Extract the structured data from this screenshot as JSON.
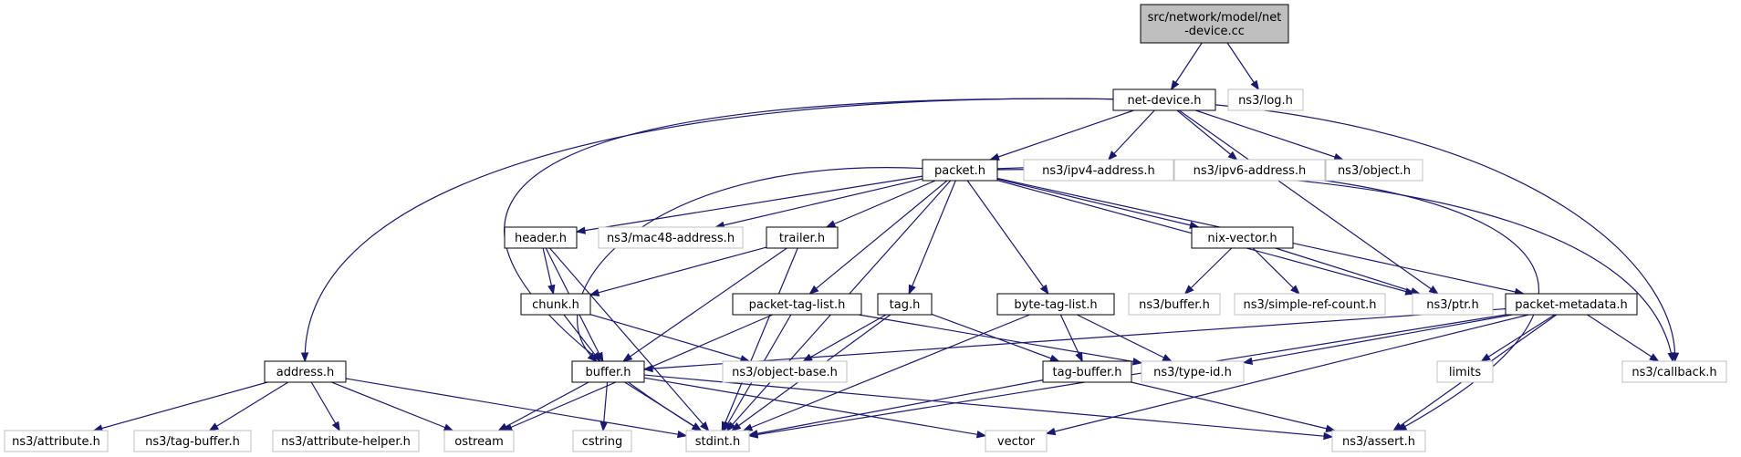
{
  "graph": {
    "nodes": [
      {
        "id": "root",
        "lines": [
          "src/network/model/net",
          "-device.cc"
        ],
        "kind": "root"
      },
      {
        "id": "net_device",
        "lines": [
          "net-device.h"
        ],
        "kind": "main"
      },
      {
        "id": "log",
        "lines": [
          "ns3/log.h"
        ],
        "kind": "ext"
      },
      {
        "id": "packet",
        "lines": [
          "packet.h"
        ],
        "kind": "main"
      },
      {
        "id": "ipv4",
        "lines": [
          "ns3/ipv4-address.h"
        ],
        "kind": "ext"
      },
      {
        "id": "ipv6",
        "lines": [
          "ns3/ipv6-address.h"
        ],
        "kind": "ext"
      },
      {
        "id": "object",
        "lines": [
          "ns3/object.h"
        ],
        "kind": "ext"
      },
      {
        "id": "header",
        "lines": [
          "header.h"
        ],
        "kind": "main"
      },
      {
        "id": "mac48",
        "lines": [
          "ns3/mac48-address.h"
        ],
        "kind": "ext"
      },
      {
        "id": "trailer",
        "lines": [
          "trailer.h"
        ],
        "kind": "main"
      },
      {
        "id": "nixvector",
        "lines": [
          "nix-vector.h"
        ],
        "kind": "main"
      },
      {
        "id": "chunk",
        "lines": [
          "chunk.h"
        ],
        "kind": "main"
      },
      {
        "id": "packettaglist",
        "lines": [
          "packet-tag-list.h"
        ],
        "kind": "main"
      },
      {
        "id": "tag",
        "lines": [
          "tag.h"
        ],
        "kind": "main"
      },
      {
        "id": "bytetaglist",
        "lines": [
          "byte-tag-list.h"
        ],
        "kind": "main"
      },
      {
        "id": "ns3buffer",
        "lines": [
          "ns3/buffer.h"
        ],
        "kind": "ext"
      },
      {
        "id": "simplerefcount",
        "lines": [
          "ns3/simple-ref-count.h"
        ],
        "kind": "ext"
      },
      {
        "id": "ptr",
        "lines": [
          "ns3/ptr.h"
        ],
        "kind": "ext"
      },
      {
        "id": "packetmetadata",
        "lines": [
          "packet-metadata.h"
        ],
        "kind": "main"
      },
      {
        "id": "address",
        "lines": [
          "address.h"
        ],
        "kind": "main"
      },
      {
        "id": "buffer",
        "lines": [
          "buffer.h"
        ],
        "kind": "main"
      },
      {
        "id": "objectbase",
        "lines": [
          "ns3/object-base.h"
        ],
        "kind": "ext"
      },
      {
        "id": "tagbuffer",
        "lines": [
          "tag-buffer.h"
        ],
        "kind": "main"
      },
      {
        "id": "typeid",
        "lines": [
          "ns3/type-id.h"
        ],
        "kind": "ext"
      },
      {
        "id": "limits",
        "lines": [
          "limits"
        ],
        "kind": "ext"
      },
      {
        "id": "callback",
        "lines": [
          "ns3/callback.h"
        ],
        "kind": "ext"
      },
      {
        "id": "attribute",
        "lines": [
          "ns3/attribute.h"
        ],
        "kind": "ext"
      },
      {
        "id": "ns3tagbuffer",
        "lines": [
          "ns3/tag-buffer.h"
        ],
        "kind": "ext"
      },
      {
        "id": "attributehelper",
        "lines": [
          "ns3/attribute-helper.h"
        ],
        "kind": "ext"
      },
      {
        "id": "ostream",
        "lines": [
          "ostream"
        ],
        "kind": "ext"
      },
      {
        "id": "stdint",
        "lines": [
          "stdint.h"
        ],
        "kind": "ext"
      },
      {
        "id": "cstring",
        "lines": [
          "cstring"
        ],
        "kind": "ext"
      },
      {
        "id": "vector",
        "lines": [
          "vector"
        ],
        "kind": "ext"
      },
      {
        "id": "assert",
        "lines": [
          "ns3/assert.h"
        ],
        "kind": "ext"
      }
    ]
  }
}
